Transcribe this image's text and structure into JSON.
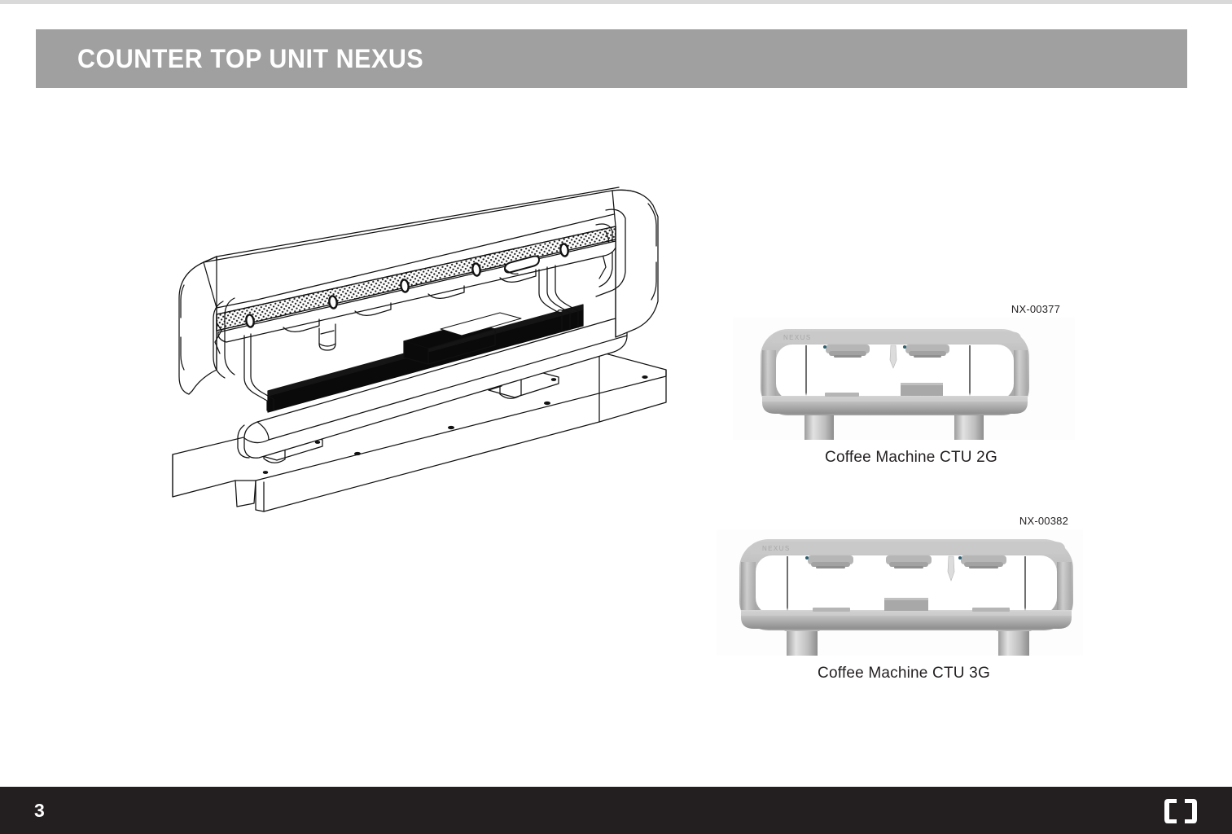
{
  "document": {
    "title": "COUNTER TOP UNIT NEXUS",
    "page_number": "3"
  },
  "header": {
    "banner_label": "COUNTER TOP UNIT NEXUS",
    "banner_color": "#a0a0a0",
    "text_color": "#ffffff"
  },
  "main_figure": {
    "name": "counter-top-unit-isometric-drawing",
    "description": "Isometric line drawing of Counter Top Unit Nexus coffee machine mounted on counter bracket",
    "nozzle_count": 5
  },
  "figures": [
    {
      "code": "NX-00377",
      "caption": "Coffee Machine CTU 2G",
      "group_heads": 2,
      "brand_text": "NEXUS"
    },
    {
      "code": "NX-00382",
      "caption": "Coffee Machine CTU 3G",
      "group_heads": 3,
      "brand_text": "NEXUS"
    }
  ],
  "footer": {
    "page_number": "3",
    "logo_name": "bracket-logo",
    "background_color": "#231f20",
    "text_color": "#ffffff"
  }
}
